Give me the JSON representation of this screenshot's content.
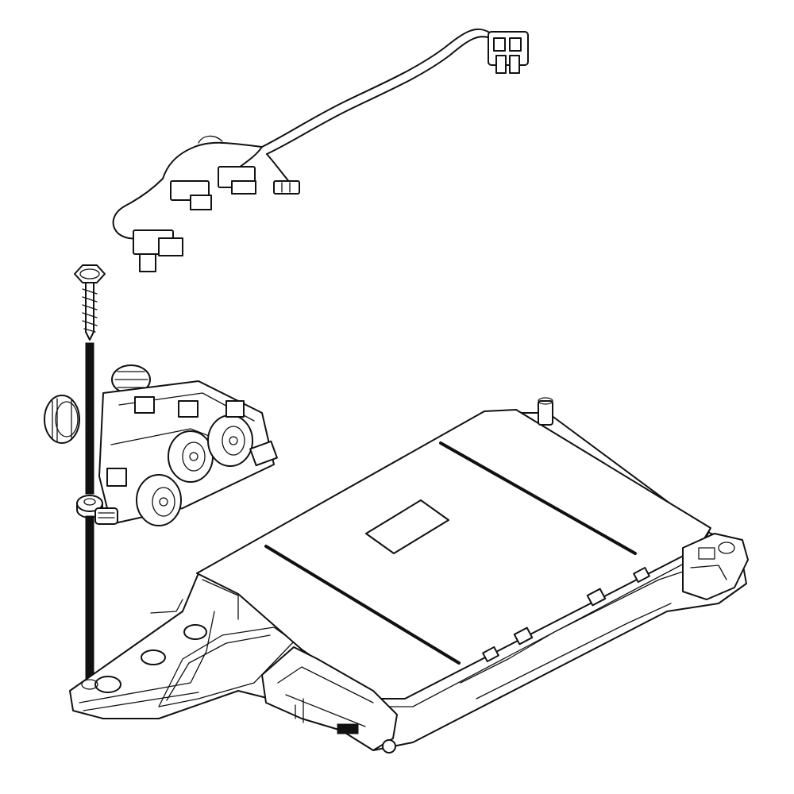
{
  "diagram": {
    "type": "exploded-parts-illustration",
    "components": [
      "wire-harness",
      "screw",
      "washer",
      "water-inlet-valve",
      "control-board-assembly"
    ],
    "colors": {
      "line": "#111111",
      "background": "#ffffff"
    }
  }
}
